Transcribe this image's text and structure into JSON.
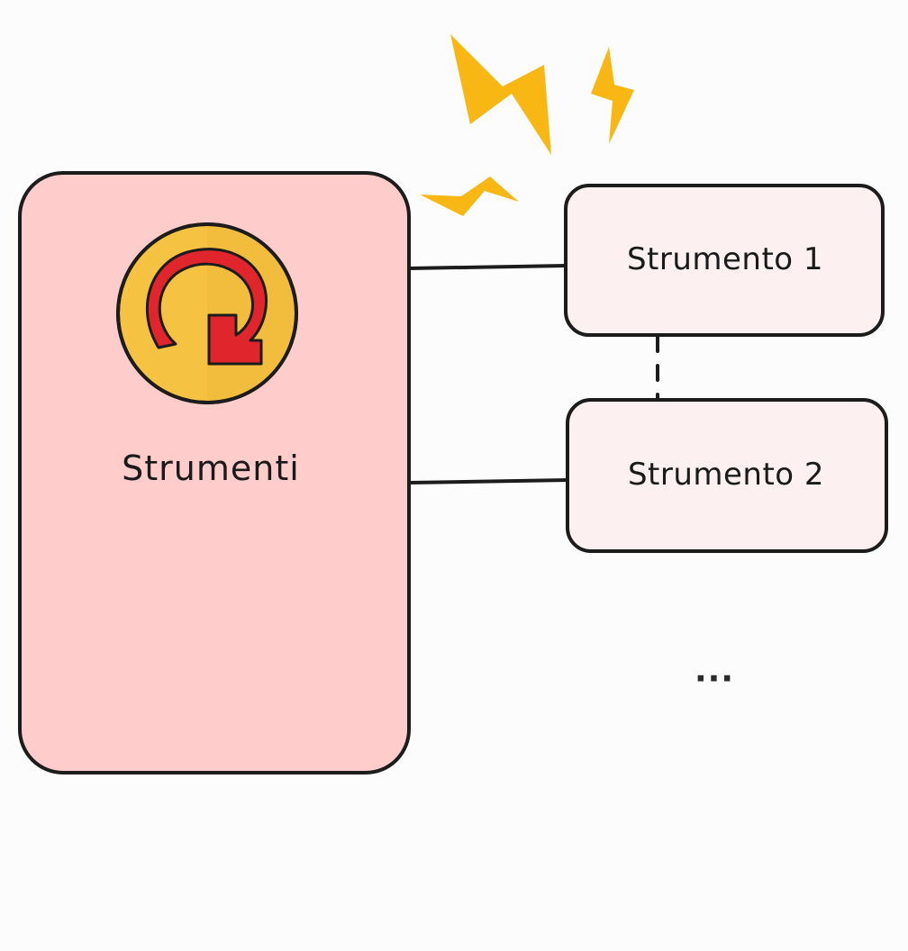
{
  "main_box": {
    "label": "Strumenti",
    "icon": "refresh-loop-icon"
  },
  "tools": [
    {
      "label": "Strumento 1"
    },
    {
      "label": "Strumento 2"
    }
  ],
  "more_indicator": "...",
  "colors": {
    "main_fill": "#ffcccc",
    "tool_fill": "#fdf0f0",
    "stroke": "#1c1c1c",
    "lightning": "#f8b712",
    "icon_circle": "#f5c242",
    "icon_arrow": "#e0262c"
  }
}
